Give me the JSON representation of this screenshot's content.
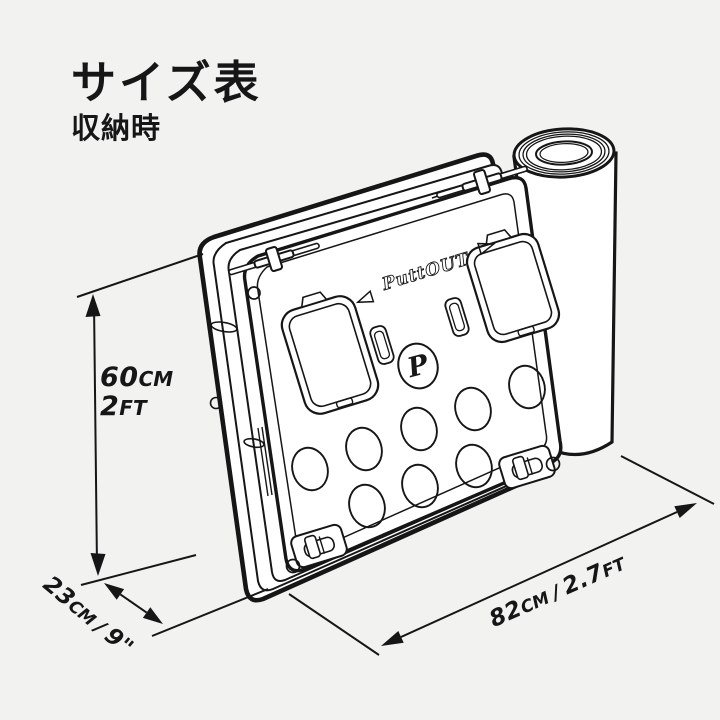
{
  "colors": {
    "background": "#f2f2f1",
    "ink": "#161616",
    "surface": "#ffffff"
  },
  "header": {
    "title": "サイズ表",
    "subtitle": "収納時"
  },
  "product": {
    "logo": "PuttOUT",
    "monogram": "P"
  },
  "dimensions": {
    "height": {
      "value1": "60",
      "unit1": "CM",
      "value2": "2",
      "unit2": "FT"
    },
    "depth": {
      "value1": "23",
      "unit1": "CM",
      "separator": "/",
      "value2": "9",
      "unit2": "\""
    },
    "width": {
      "value1": "82",
      "unit1": "CM",
      "separator": "/",
      "value2": "2.7",
      "unit2": "FT"
    }
  }
}
